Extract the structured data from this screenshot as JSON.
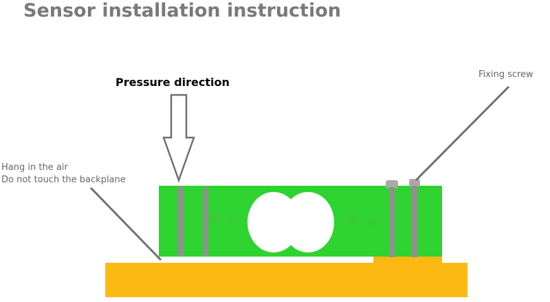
{
  "title": "Sensor installation instruction",
  "labels": {
    "pressure_direction": "Pressure direction",
    "fixing_screw": "Fixing screw",
    "hang_line1": "Hang in the air",
    "hang_line2": "Do not touch the backplane"
  },
  "colors": {
    "title": "#7a7a7a",
    "base": "#fdb913",
    "sensor": "#2fd32f",
    "screw": "#909090",
    "hole": "#ffffff",
    "callout_line": "#6f6f6f",
    "arrow_outline": "#707070"
  }
}
